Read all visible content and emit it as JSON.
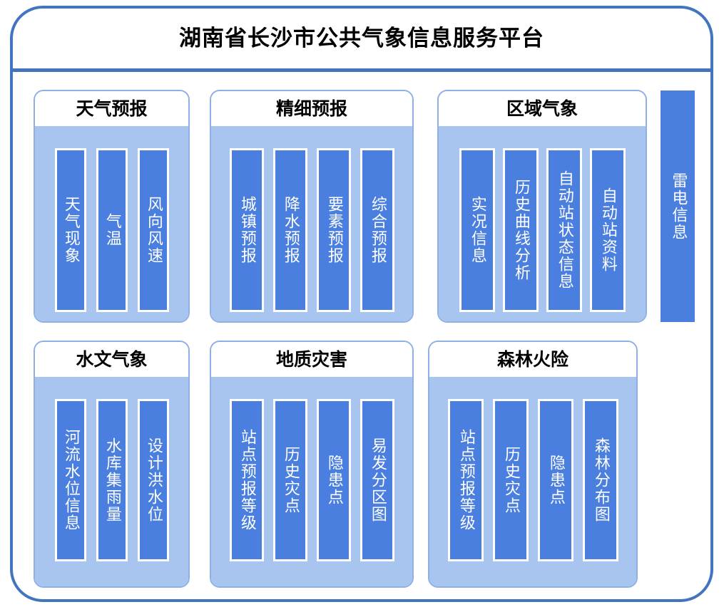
{
  "header": {
    "title": "湖南省长沙市公共气象信息服务平台"
  },
  "panels": [
    {
      "id": "weather-forecast",
      "title": "天气预报",
      "items": [
        {
          "label": "天气现象"
        },
        {
          "label": "气温"
        },
        {
          "label": "风向风速"
        }
      ]
    },
    {
      "id": "fine-forecast",
      "title": "精细预报",
      "items": [
        {
          "label": "城镇预报"
        },
        {
          "label": "降水预报"
        },
        {
          "label": "要素预报"
        },
        {
          "label": "综合预报"
        }
      ]
    },
    {
      "id": "regional-meteorology",
      "title": "区域气象",
      "items": [
        {
          "label": "实况信息"
        },
        {
          "label": "历史曲线分析"
        },
        {
          "label": "自动站状态信息"
        },
        {
          "label": "自动站资料"
        }
      ]
    },
    {
      "id": "hydro-meteorology",
      "title": "水文气象",
      "items": [
        {
          "label": "河流水位信息"
        },
        {
          "label": "水库集雨量"
        },
        {
          "label": "设计洪水位"
        }
      ]
    },
    {
      "id": "geological-hazard",
      "title": "地质灾害",
      "items": [
        {
          "label": "站点预报等级"
        },
        {
          "label": "历史灾点"
        },
        {
          "label": "隐患点"
        },
        {
          "label": "易发分区图"
        }
      ]
    },
    {
      "id": "forest-fire-risk",
      "title": "森林火险",
      "items": [
        {
          "label": "站点预报等级"
        },
        {
          "label": "历史灾点"
        },
        {
          "label": "隐患点"
        },
        {
          "label": "森林分布图"
        }
      ]
    }
  ],
  "side_bar": {
    "label": "雷电信息"
  },
  "colors": {
    "frame_border": "#4274c0",
    "panel_border": "#8fb0e4",
    "panel_body_bg": "#a8c5ef",
    "item_bg": "#4a7fe0",
    "item_text": "#ffffff",
    "title_text": "#000000",
    "page_bg": "#ffffff"
  }
}
